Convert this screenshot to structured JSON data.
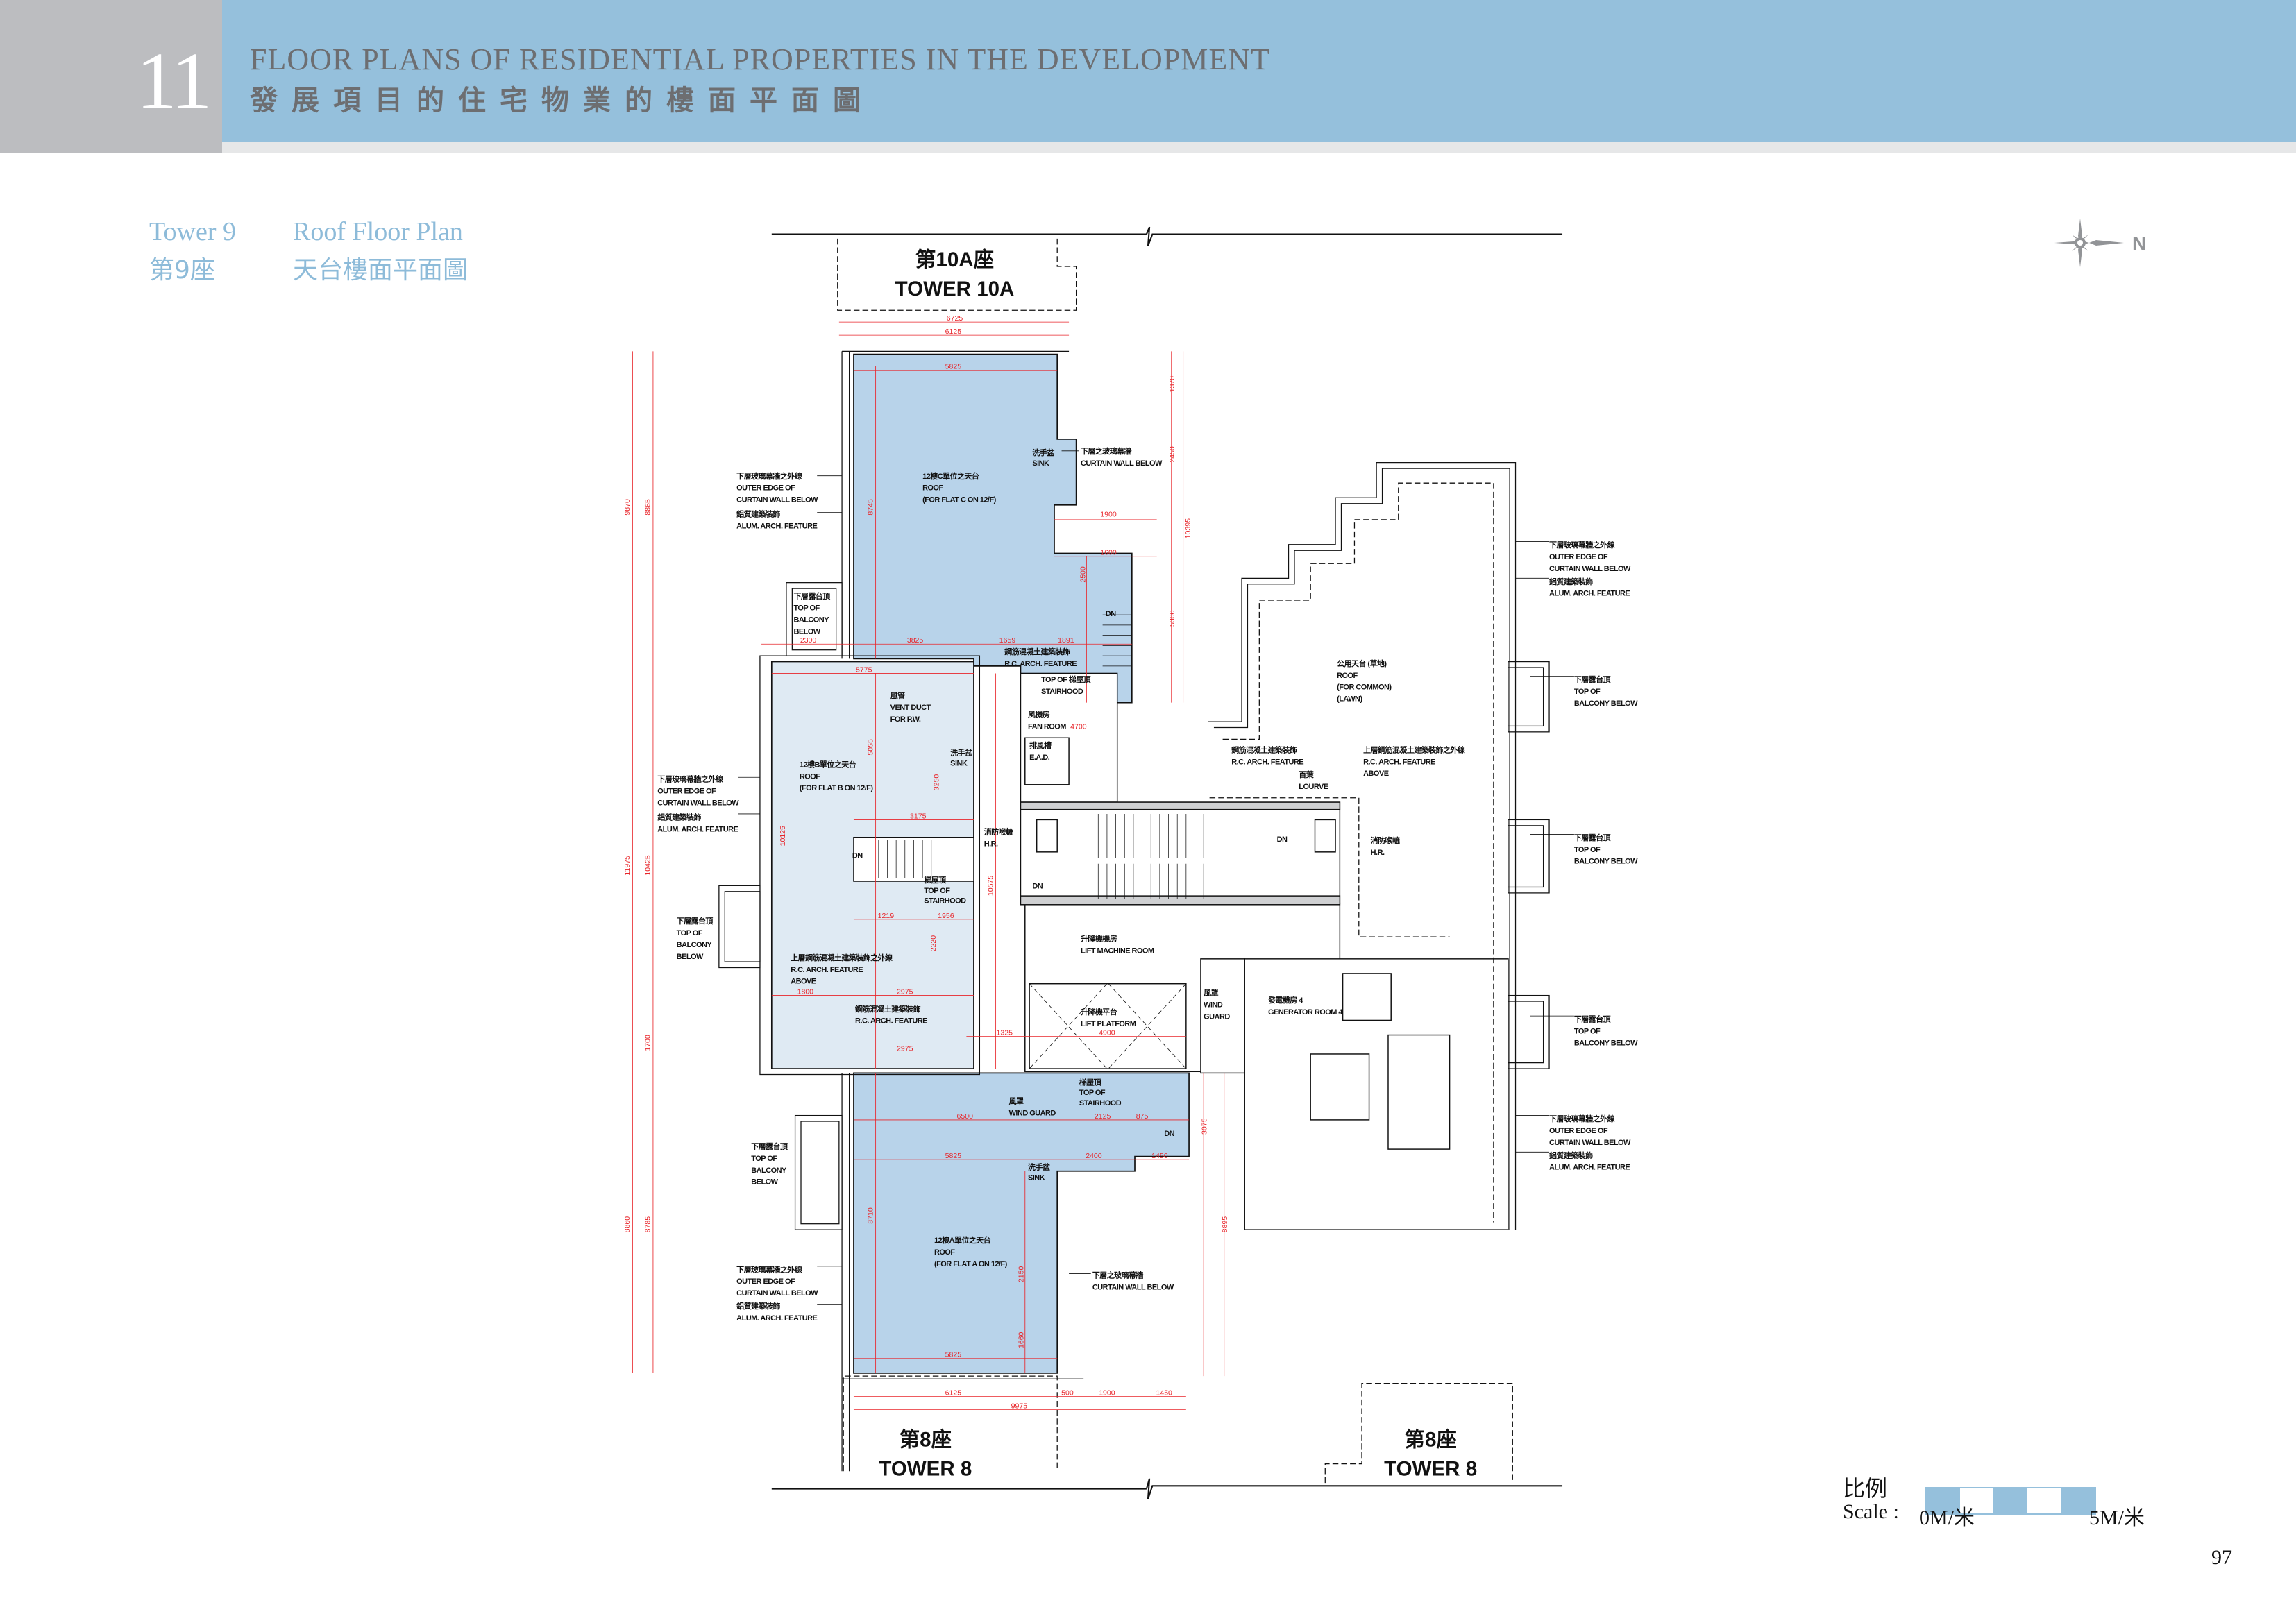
{
  "header": {
    "section_number": "11",
    "title_en": "FLOOR PLANS OF RESIDENTIAL PROPERTIES IN THE DEVELOPMENT",
    "title_zh": "發展項目的住宅物業的樓面平面圖"
  },
  "subtitle": {
    "tower_en": "Tower 9",
    "tower_zh": "第9座",
    "plan_en": "Roof Floor Plan",
    "plan_zh": "天台樓面平面圖"
  },
  "compass": {
    "north_label": "N"
  },
  "towers": {
    "t10a_zh": "第10A座",
    "t10a_en": "TOWER 10A",
    "t8_zh": "第8座",
    "t8_en": "TOWER 8",
    "t8b_zh": "第8座",
    "t8b_en": "TOWER 8"
  },
  "labels": {
    "cw_left_top": [
      "下層玻璃幕牆之外線",
      "OUTER EDGE OF",
      "CURTAIN WALL BELOW"
    ],
    "alum_left_top": [
      "鋁質建築裝飾",
      "ALUM. ARCH. FEATURE"
    ],
    "balcony_left_top": [
      "下層露台頂",
      "TOP OF",
      "BALCONY",
      "BELOW"
    ],
    "roof_c": [
      "12樓C單位之天台",
      "ROOF",
      "(FOR FLAT C ON 12/F)"
    ],
    "sink_c": [
      "洗手盆",
      "SINK"
    ],
    "cw_below_c": [
      "下層之玻璃幕牆",
      "CURTAIN WALL BELOW"
    ],
    "rc_feature_top": [
      "鋼筋混凝土建築裝飾",
      "R.C. ARCH. FEATURE"
    ],
    "stairhood_c": [
      "TOP OF  梯屋頂",
      "STAIRHOOD"
    ],
    "vent_duct": [
      "風管",
      "VENT DUCT",
      "FOR P.W."
    ],
    "fan_room": [
      "風機房",
      "FAN ROOM"
    ],
    "ead": [
      "排風槽",
      "E.A.D."
    ],
    "sink_b": [
      "洗手盆",
      "SINK"
    ],
    "roof_b": [
      "12樓B單位之天台",
      "ROOF",
      "(FOR FLAT B ON 12/F)"
    ],
    "cw_left_mid": [
      "下層玻璃幕牆之外線",
      "OUTER EDGE OF",
      "CURTAIN WALL BELOW"
    ],
    "alum_left_mid": [
      "鋁質建築裝飾",
      "ALUM. ARCH. FEATURE"
    ],
    "stairhood_b": [
      "梯屋頂",
      "TOP OF",
      "STAIRHOOD"
    ],
    "balcony_left_mid": [
      "下層露台頂",
      "TOP OF",
      "BALCONY",
      "BELOW"
    ],
    "rc_above_left": [
      "上層鋼筋混凝土建築裝飾之外線",
      "R.C. ARCH. FEATURE",
      "ABOVE"
    ],
    "rc_feature_b": [
      "鋼筋混凝土建築裝飾",
      "R.C. ARCH. FEATURE"
    ],
    "hr_left": [
      "消防喉轆",
      "H.R."
    ],
    "rc_feature_right": [
      "鋼筋混凝土建築裝飾",
      "R.C. ARCH. FEATURE"
    ],
    "louvre": [
      "百葉",
      "LOURVE"
    ],
    "rc_above_right": [
      "上層鋼筋混凝土建築裝飾之外線",
      "R.C. ARCH. FEATURE",
      "ABOVE"
    ],
    "common_roof": [
      "公用天台 (草地)",
      "ROOF",
      "(FOR COMMON)",
      "(LAWN)"
    ],
    "hr_right": [
      "消防喉轆",
      "H.R."
    ],
    "lift_machine_room": [
      "升降機機房",
      "LIFT MACHINE ROOM"
    ],
    "lift_platform": [
      "升降機平台",
      "LIFT PLATFORM"
    ],
    "wind_guard_right": [
      "風罩",
      "WIND",
      "GUARD"
    ],
    "generator_room": [
      "發電機房 4",
      "GENERATOR ROOM 4"
    ],
    "wind_guard_bottom": [
      "風罩",
      "WIND  GUARD"
    ],
    "stairhood_a": [
      "梯屋頂",
      "TOP OF",
      "STAIRHOOD"
    ],
    "sink_a": [
      "洗手盆",
      "SINK"
    ],
    "balcony_left_bottom": [
      "下層露台頂",
      "TOP OF",
      "BALCONY",
      "BELOW"
    ],
    "roof_a": [
      "12樓A單位之天台",
      "ROOF",
      "(FOR FLAT A ON 12/F)"
    ],
    "cw_below_a": [
      "下層之玻璃幕牆",
      "CURTAIN WALL BELOW"
    ],
    "cw_left_bottom": [
      "下層玻璃幕牆之外線",
      "OUTER EDGE OF",
      "CURTAIN WALL BELOW"
    ],
    "alum_left_bottom": [
      "鋁質建築裝飾",
      "ALUM. ARCH. FEATURE"
    ],
    "cw_right_top": [
      "下層玻璃幕牆之外線",
      "OUTER EDGE OF",
      "CURTAIN WALL BELOW"
    ],
    "alum_right_top": [
      "鋁質建築裝飾",
      "ALUM. ARCH. FEATURE"
    ],
    "balcony_right_1": [
      "下層露台頂",
      "TOP OF",
      "BALCONY BELOW"
    ],
    "balcony_right_2": [
      "下層露台頂",
      "TOP OF",
      "BALCONY BELOW"
    ],
    "balcony_right_3": [
      "下層露台頂",
      "TOP OF",
      "BALCONY BELOW"
    ],
    "cw_right_bottom": [
      "下層玻璃幕牆之外線",
      "OUTER EDGE OF",
      "CURTAIN WALL BELOW"
    ],
    "alum_right_bottom": [
      "鋁質建築裝飾",
      "ALUM. ARCH. FEATURE"
    ],
    "dn": "DN"
  },
  "dimensions": {
    "top_overall": "6725",
    "top_6125": "6125",
    "c_width": "5825",
    "c_depth": "8745",
    "d3825": "3825",
    "d1659": "1659",
    "d1891": "1891",
    "d2300": "2300",
    "d5775": "5775",
    "d1900": "1900",
    "d1600": "1600",
    "d2500": "2500",
    "d5300": "5300",
    "d2450": "2450",
    "d10395": "10395",
    "d1370": "1370",
    "fan4700": "4700",
    "d5055": "5055",
    "d3250": "3250",
    "d3175": "3175",
    "d10125": "10125",
    "d10575": "10575",
    "d1219": "1219",
    "d1956": "1956",
    "d2220": "2220",
    "d2975a": "2975",
    "d2975b": "2975",
    "d1800": "1800",
    "d1325": "1325",
    "d4900": "4900",
    "d6500": "6500",
    "d2125": "2125",
    "d875": "875",
    "a5825a": "5825",
    "d2400": "2400",
    "d1450a": "1450",
    "d3075": "3075",
    "d8710": "8710",
    "d2150": "2150",
    "d1660": "1660",
    "a5825b": "5825",
    "b6125": "6125",
    "b500": "500",
    "b1900": "1900",
    "b1450": "1450",
    "b9975": "9975",
    "d8895": "8895",
    "d11975": "11975",
    "d10425": "10425",
    "d9870": "9870",
    "d8865": "8865",
    "d8860": "8860",
    "d8785": "8785",
    "d1700": "1700"
  },
  "scale": {
    "label_zh": "比例",
    "label_en": "Scale :",
    "start": "0M/米",
    "end": "5M/米"
  },
  "colors": {
    "header_blue": "#95c0dc",
    "roof_blue": "#b8d3ea",
    "roof_light": "#dfeaf3",
    "dimension_red": "#e8262b",
    "wall_grey": "#cfd0d2"
  },
  "page_number": "97"
}
